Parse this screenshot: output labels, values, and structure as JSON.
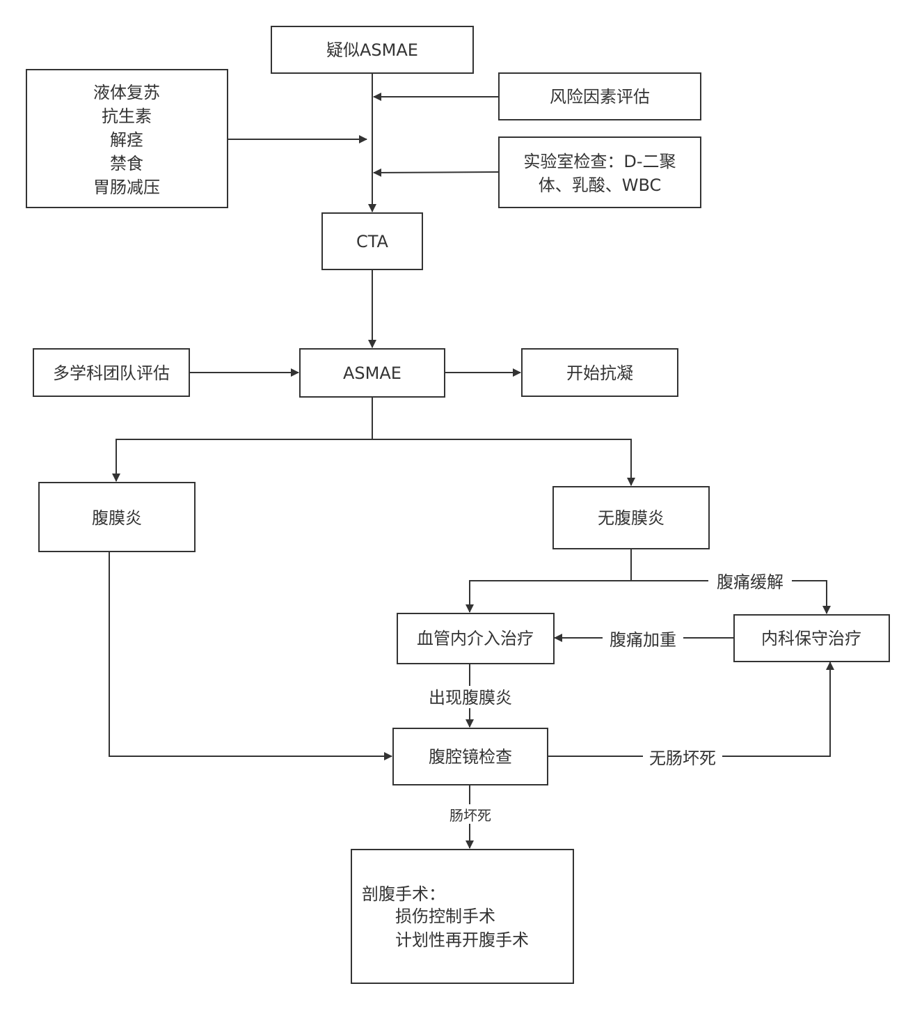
{
  "nodes": {
    "suspect": "疑似ASMAE",
    "supportive": [
      "液体复苏",
      "抗生素",
      "解痉",
      "禁食",
      "胃肠减压"
    ],
    "risk": "风险因素评估",
    "lab": [
      "实验室检查：D-二聚",
      "体、乳酸、WBC"
    ],
    "cta": "CTA",
    "mdt": "多学科团队评估",
    "asmae": "ASMAE",
    "anticoag": "开始抗凝",
    "peritonitis": "腹膜炎",
    "no_peritonitis": "无腹膜炎",
    "endovascular": "血管内介入治疗",
    "conservative": "内科保守治疗",
    "laparoscopy": "腹腔镜检查",
    "surgery_title": "剖腹手术：",
    "surgery_items": [
      "损伤控制手术",
      "计划性再开腹手术"
    ]
  },
  "edge_labels": {
    "pain_relief": "腹痛缓解",
    "pain_worse": "腹痛加重",
    "peritonitis_appears": "出现腹膜炎",
    "no_necrosis": "无肠坏死",
    "necrosis": "肠坏死"
  },
  "colors": {
    "stroke": "#333333",
    "text": "#333333",
    "background": "#ffffff"
  }
}
